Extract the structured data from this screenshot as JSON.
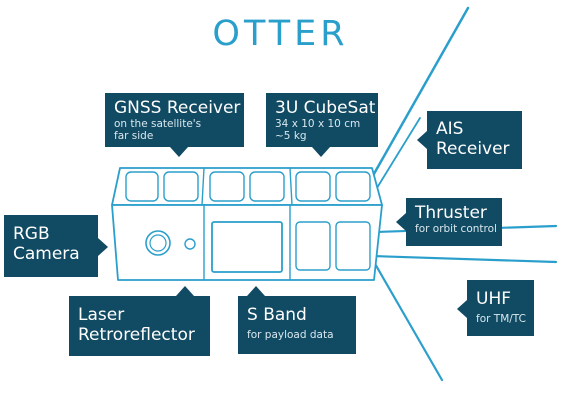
{
  "title": "OTTER",
  "callouts": {
    "gnss": {
      "title": "GNSS Receiver",
      "sub1": "on the satellite's",
      "sub2": "far side"
    },
    "cubesat": {
      "title": "3U CubeSat",
      "sub1": "34 x 10 x 10 cm",
      "sub2": "~5 kg"
    },
    "ais": {
      "line1": "AIS",
      "line2": "Receiver"
    },
    "thruster": {
      "title": "Thruster",
      "sub": "for orbit control"
    },
    "rgb": {
      "line1": "RGB",
      "line2": "Camera"
    },
    "laser": {
      "line1": "Laser",
      "line2": "Retroreflector"
    },
    "sband": {
      "title": "S Band",
      "sub": "for payload data"
    },
    "uhf": {
      "title": "UHF",
      "sub": "for TM/TC"
    }
  },
  "colors": {
    "accent": "#2b9fcc",
    "callout_bg": "#114a63",
    "callout_text": "#ffffff"
  }
}
